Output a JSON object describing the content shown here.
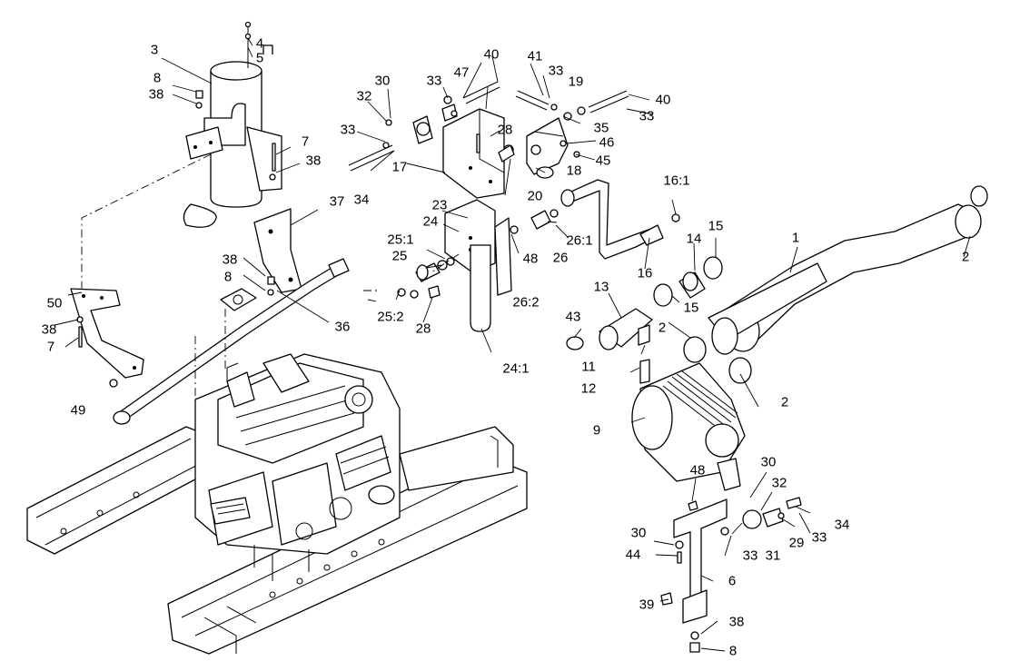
{
  "diagram": {
    "colors": {
      "line": "#000000",
      "background": "#ffffff"
    },
    "callouts": [
      {
        "id": "c1",
        "text": "1"
      },
      {
        "id": "c2a",
        "text": "2"
      },
      {
        "id": "c2b",
        "text": "2"
      },
      {
        "id": "c2c",
        "text": "2"
      },
      {
        "id": "c3",
        "text": "3"
      },
      {
        "id": "c4",
        "text": "4"
      },
      {
        "id": "c5",
        "text": "5"
      },
      {
        "id": "c6",
        "text": "6"
      },
      {
        "id": "c7a",
        "text": "7"
      },
      {
        "id": "c7b",
        "text": "7"
      },
      {
        "id": "c8a",
        "text": "8"
      },
      {
        "id": "c8b",
        "text": "8"
      },
      {
        "id": "c8c",
        "text": "8"
      },
      {
        "id": "c9",
        "text": "9"
      },
      {
        "id": "c11",
        "text": "11"
      },
      {
        "id": "c12",
        "text": "12"
      },
      {
        "id": "c13",
        "text": "13"
      },
      {
        "id": "c14",
        "text": "14"
      },
      {
        "id": "c15a",
        "text": "15"
      },
      {
        "id": "c15b",
        "text": "15"
      },
      {
        "id": "c16",
        "text": "16"
      },
      {
        "id": "c16_1",
        "text": "16:1"
      },
      {
        "id": "c17",
        "text": "17"
      },
      {
        "id": "c18",
        "text": "18"
      },
      {
        "id": "c19",
        "text": "19"
      },
      {
        "id": "c20",
        "text": "20"
      },
      {
        "id": "c23",
        "text": "23"
      },
      {
        "id": "c24",
        "text": "24"
      },
      {
        "id": "c24_1",
        "text": "24:1"
      },
      {
        "id": "c25",
        "text": "25"
      },
      {
        "id": "c25_1",
        "text": "25:1"
      },
      {
        "id": "c25_2",
        "text": "25:2"
      },
      {
        "id": "c26",
        "text": "26"
      },
      {
        "id": "c26_1",
        "text": "26:1"
      },
      {
        "id": "c26_2",
        "text": "26:2"
      },
      {
        "id": "c28a",
        "text": "28"
      },
      {
        "id": "c28b",
        "text": "28"
      },
      {
        "id": "c29",
        "text": "29"
      },
      {
        "id": "c30a",
        "text": "30"
      },
      {
        "id": "c30b",
        "text": "30"
      },
      {
        "id": "c30c",
        "text": "30"
      },
      {
        "id": "c31",
        "text": "31"
      },
      {
        "id": "c32a",
        "text": "32"
      },
      {
        "id": "c32b",
        "text": "32"
      },
      {
        "id": "c33a",
        "text": "33"
      },
      {
        "id": "c33b",
        "text": "33"
      },
      {
        "id": "c33c",
        "text": "33"
      },
      {
        "id": "c33d",
        "text": "33"
      },
      {
        "id": "c33e",
        "text": "33"
      },
      {
        "id": "c33f",
        "text": "33"
      },
      {
        "id": "c34a",
        "text": "34"
      },
      {
        "id": "c34b",
        "text": "34"
      },
      {
        "id": "c35",
        "text": "35"
      },
      {
        "id": "c36",
        "text": "36"
      },
      {
        "id": "c37",
        "text": "37"
      },
      {
        "id": "c38a",
        "text": "38"
      },
      {
        "id": "c38b",
        "text": "38"
      },
      {
        "id": "c38c",
        "text": "38"
      },
      {
        "id": "c38d",
        "text": "38"
      },
      {
        "id": "c38e",
        "text": "38"
      },
      {
        "id": "c39",
        "text": "39"
      },
      {
        "id": "c40a",
        "text": "40"
      },
      {
        "id": "c40b",
        "text": "40"
      },
      {
        "id": "c41",
        "text": "41"
      },
      {
        "id": "c43",
        "text": "43"
      },
      {
        "id": "c44",
        "text": "44"
      },
      {
        "id": "c45",
        "text": "45"
      },
      {
        "id": "c46",
        "text": "46"
      },
      {
        "id": "c47",
        "text": "47"
      },
      {
        "id": "c48a",
        "text": "48"
      },
      {
        "id": "c48b",
        "text": "48"
      },
      {
        "id": "c49",
        "text": "49"
      },
      {
        "id": "c50",
        "text": "50"
      }
    ]
  }
}
